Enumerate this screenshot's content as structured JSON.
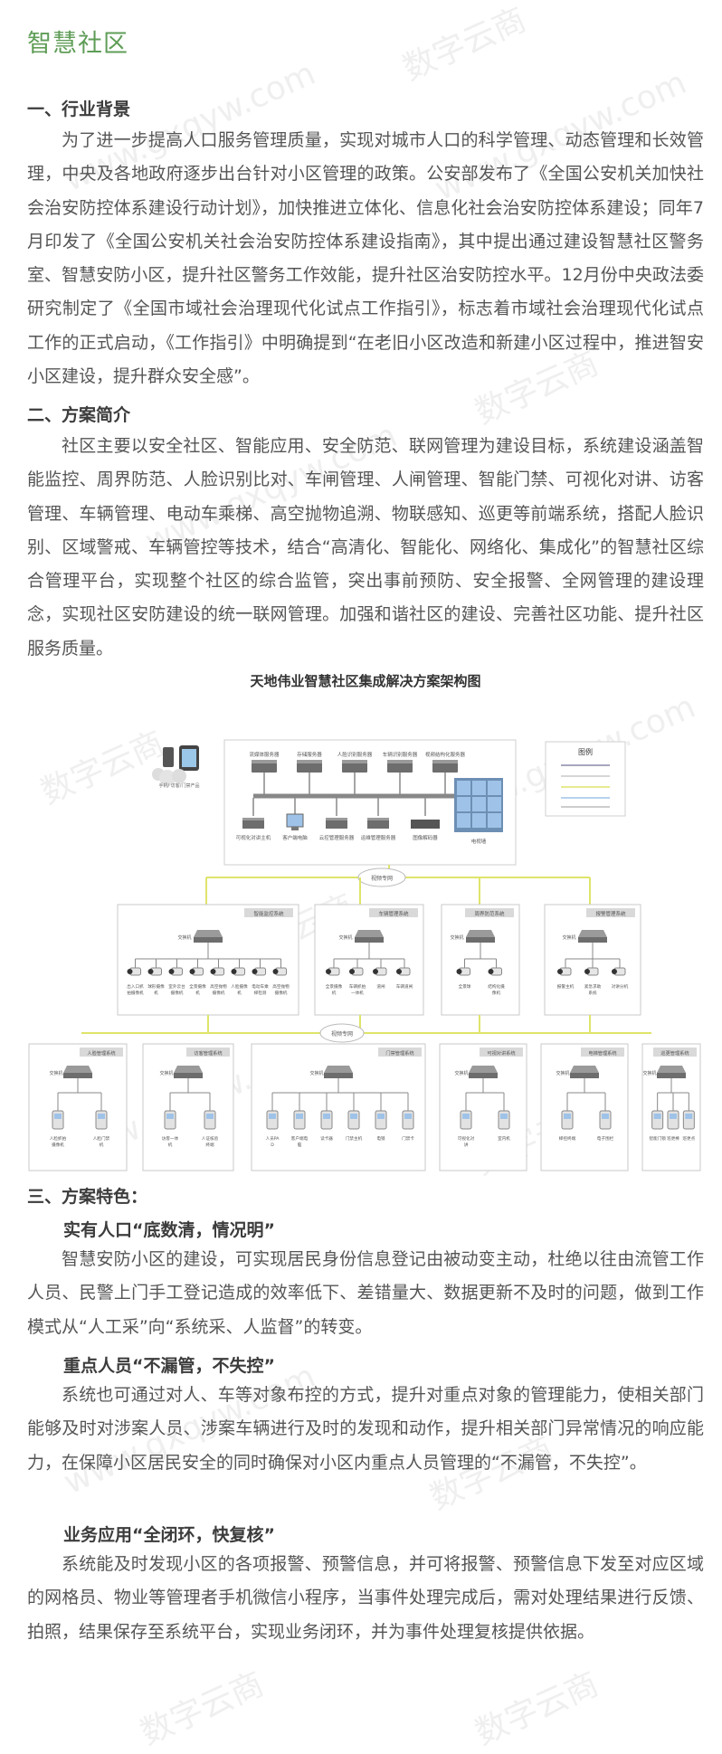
{
  "page_title": "智慧社区",
  "sections": {
    "s1": {
      "heading": "一、行业背景",
      "paragraph": "为了进一步提高人口服务管理质量，实现对城市人口的科学管理、动态管理和长效管理，中央及各地政府逐步出台针对小区管理的政策。公安部发布了《全国公安机关加快社会治安防控体系建设行动计划》，加快推进立体化、信息化社会治安防控体系建设；同年7月印发了《全国公安机关社会治安防控体系建设指南》，其中提出通过建设智慧社区警务室、智慧安防小区，提升社区警务工作效能，提升社区治安防控水平。12月份中央政法委研究制定了《全国市域社会治理现代化试点工作指引》，标志着市域社会治理现代化试点工作的正式启动，《工作指引》中明确提到“在老旧小区改造和新建小区过程中，推进智安小区建设，提升群众安全感”。"
    },
    "s2": {
      "heading": "二、方案简介",
      "paragraph": "社区主要以安全社区、智能应用、安全防范、联网管理为建设目标，系统建设涵盖智能监控、周界防范、人脸识别比对、车闸管理、人闸管理、智能门禁、可视化对讲、访客管理、车辆管理、电动车乘梯、高空抛物追溯、物联感知、巡更等前端系统，搭配人脸识别、区域警戒、车辆管控等技术，结合“高清化、智能化、网络化、集成化”的智慧社区综合管理平台，实现整个社区的综合监管，突出事前预防、安全报警、全网管理的建设理念，实现社区安防建设的统一联网管理。加强和谐社区的建设、完善社区功能、提升社区服务质量。"
    },
    "diagram": {
      "title": "天地伟业智慧社区集成解决方案架构图",
      "phone_label": "手机/\n访客/门禁产品",
      "servers": [
        "流媒体服务器",
        "存储服务器",
        "人脸识别服务器",
        "车辆识别服务器",
        "视频结构化服务器"
      ],
      "center_devices": [
        "可视化对讲主机",
        "客户端电脑",
        "云控管理服务器",
        "运维管理服务器",
        "图像解码器",
        "电视墙"
      ],
      "legend_title": "图例",
      "network1": "视频专网",
      "network2": "视频专网",
      "switch": "交换机",
      "mid_boxes": [
        "智能监控系统",
        "车辆管理系统",
        "周界防范系统",
        "报警管理系统"
      ],
      "mid_box1_devices": [
        "出入口抓拍摄像机",
        "球形摄像机",
        "室外云台摄像机",
        "全景摄像机",
        "高空抛物摄像机",
        "人脸摄像机",
        "电动车乘梯检测",
        "高空抛物摄像机"
      ],
      "mid_box2_devices": [
        "全景摄像机",
        "车辆抓拍一体机",
        "道闸",
        "车辆道闸"
      ],
      "mid_box3_devices": [
        "全景球",
        "结构化摄像机"
      ],
      "mid_box4_devices": [
        "报警主机",
        "紧急求助系统",
        "对讲分机"
      ],
      "bottom_boxes": [
        "人脸管理系统",
        "访客管理系统",
        "门禁管理系统",
        "可视对讲系统",
        "电梯管理系统",
        "巡更管理系统"
      ],
      "bottom_devices": [
        [
          "人脸抓拍摄像机",
          "人脸门禁机"
        ],
        [
          "访客一体机",
          "人证核验终端"
        ],
        [
          "人员PAD",
          "客户端电脑",
          "读卡器",
          "门禁主机",
          "电锁",
          "门禁卡"
        ],
        [
          "可视化对讲",
          "室内机"
        ],
        [
          "梯控终端",
          "电子围栏"
        ],
        [
          "智能门锁",
          "巡更棒",
          "巡更点"
        ]
      ]
    },
    "s3": {
      "heading": "三、方案特色：",
      "features": [
        {
          "title": "实有人口“底数清，情况明”",
          "text": "智慧安防小区的建设，可实现居民身份信息登记由被动变主动，杜绝以往由流管工作人员、民警上门手工登记造成的效率低下、差错量大、数据更新不及时的问题，做到工作模式从“人工采”向“系统采、人监督”的转变。"
        },
        {
          "title": "重点人员“不漏管，不失控”",
          "text": "系统也可通过对人、车等对象布控的方式，提升对重点对象的管理能力，使相关部门能够及时对涉案人员、涉案车辆进行及时的发现和动作，提升相关部门异常情况的响应能力，在保障小区居民安全的同时确保对小区内重点人员管理的“不漏管，不失控”。"
        },
        {
          "title": "业务应用“全闭环，快复核”",
          "text": "系统能及时发现小区的各项报警、预警信息，并可将报警、预警信息下发至对应区域的网格员、物业等管理者手机微信小程序，当事件处理完成后，需对处理结果进行反馈、拍照，结果保存至系统平台，实现业务闭环，并为事件处理复核提供依据。"
        }
      ]
    }
  },
  "watermarks": [
    "数字云商",
    "www.gxqyw.com"
  ],
  "colors": {
    "title": "#5f9d57",
    "network_line": "#dfe46a",
    "box_border": "#c9c9c9"
  }
}
